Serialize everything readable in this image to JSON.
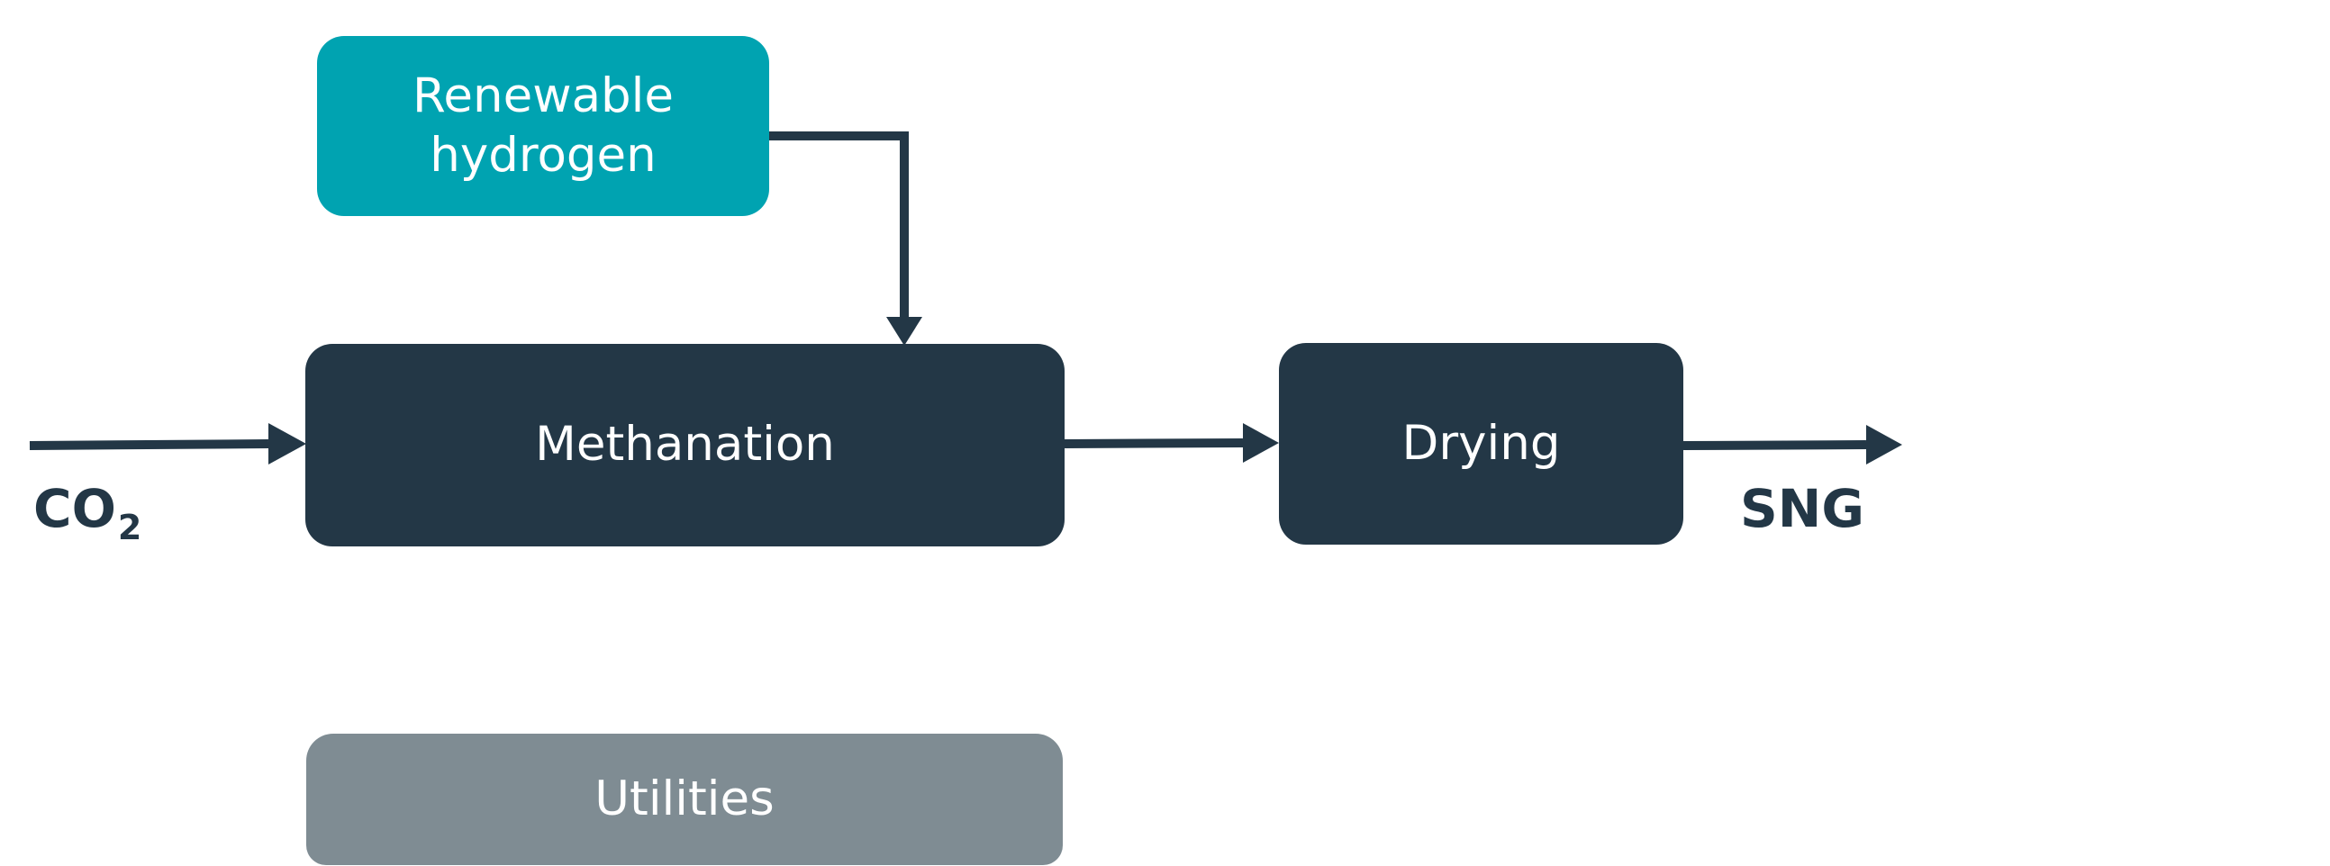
{
  "diagram": {
    "nodes": {
      "hydrogen": {
        "label": "Renewable\nhydrogen"
      },
      "methanation": {
        "label": "Methanation"
      },
      "drying": {
        "label": "Drying"
      },
      "utilities": {
        "label": "Utilities"
      }
    },
    "inputs": {
      "co2": {
        "main": "CO",
        "sub": "2"
      }
    },
    "outputs": {
      "sng": {
        "label": "SNG"
      }
    },
    "edges": [
      {
        "from": "co2",
        "to": "methanation"
      },
      {
        "from": "hydrogen",
        "to": "methanation"
      },
      {
        "from": "methanation",
        "to": "drying"
      },
      {
        "from": "drying",
        "to": "sng"
      }
    ]
  },
  "colors": {
    "hydrogen_box": "#00a3b1",
    "process_box": "#233746",
    "utilities_box": "#7f8c93",
    "arrow": "#233746",
    "label_text": "#233746"
  }
}
